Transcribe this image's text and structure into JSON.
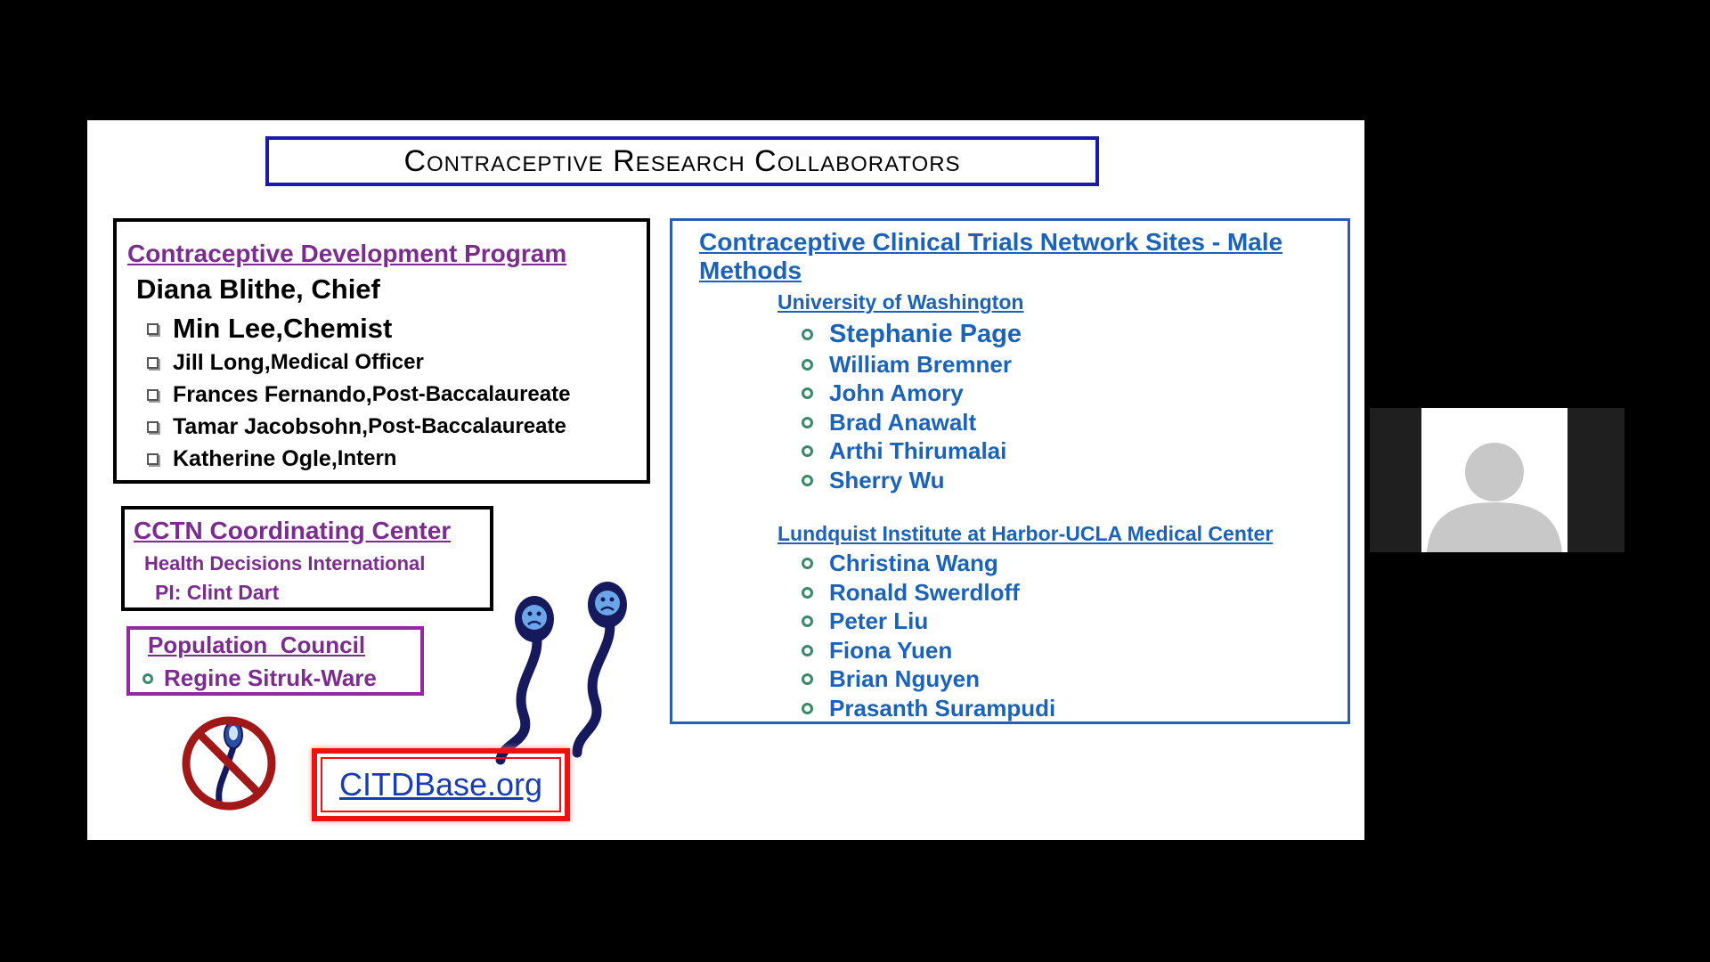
{
  "slide": {
    "title": "Contraceptive Research Collaborators",
    "program": {
      "title": "Contraceptive Development Program",
      "chief": "Diana Blithe, Chief",
      "members": [
        {
          "name": "Min Lee",
          "sep": ", ",
          "role": "Chemist"
        },
        {
          "name": "Jill Long",
          "sep": ", ",
          "role": "Medical Officer"
        },
        {
          "name": "Frances Fernando",
          "sep": ", ",
          "role": "Post-Baccalaureate"
        },
        {
          "name": "Tamar Jacobsohn",
          "sep": ", ",
          "role": "Post-Baccalaureate"
        },
        {
          "name": "Katherine Ogle",
          "sep": ", ",
          "role": "Intern"
        }
      ]
    },
    "cctn": {
      "title": "CCTN Coordinating Center",
      "org": "Health Decisions International",
      "pi": "PI: Clint Dart"
    },
    "population_council": {
      "title": "Population  Council",
      "person": "Regine Sitruk-Ware"
    },
    "network": {
      "title": "Contraceptive Clinical Trials Network Sites - Male Methods",
      "sites": [
        {
          "name": "University of Washington",
          "people": [
            "Stephanie Page",
            "William Bremner",
            "John Amory",
            "Brad Anawalt",
            "Arthi Thirumalai",
            "Sherry Wu"
          ]
        },
        {
          "name": "Lundquist Institute at Harbor-UCLA Medical Center",
          "people": [
            "Christina Wang",
            "Ronald Swerdloff",
            "Peter Liu",
            "Fiona Yuen",
            "Brian Nguyen",
            "Prasanth Surampudi"
          ]
        }
      ]
    },
    "link": "CITDBase.org"
  },
  "colors": {
    "title_border": "#1a1ab0",
    "purple": "#7b2c8e",
    "blue": "#1a63b8",
    "link_red": "#e11111",
    "sperm_navy": "#161a5c"
  }
}
